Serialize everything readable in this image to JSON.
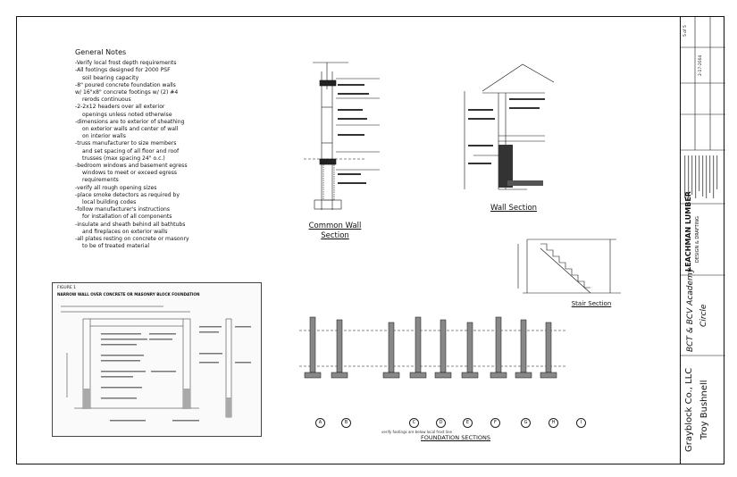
{
  "general_notes": {
    "title": "General Notes",
    "lines": [
      {
        "text": "-Verify local frost depth requirements",
        "indent": false
      },
      {
        "text": "-All footings designed for 2000 PSF",
        "indent": false
      },
      {
        "text": "soil bearing capacity",
        "indent": true
      },
      {
        "text": "-8\" poured concrete foundation walls",
        "indent": false
      },
      {
        "text": "w/ 16\"x8\" concrete footings w/ (2) #4",
        "indent": false
      },
      {
        "text": "rerods continuous",
        "indent": true
      },
      {
        "text": "-2-2x12 headers over all exterior",
        "indent": false
      },
      {
        "text": "openings unless noted otherwise",
        "indent": true
      },
      {
        "text": "-dimensions are to exterior of sheathing",
        "indent": false
      },
      {
        "text": "on exterior walls and center of wall",
        "indent": true
      },
      {
        "text": "on interior walls",
        "indent": true
      },
      {
        "text": "-truss manufacturer to size members",
        "indent": false
      },
      {
        "text": "and set spacing of all floor and roof",
        "indent": true
      },
      {
        "text": "trusses (max spacing 24\" o.c.)",
        "indent": true
      },
      {
        "text": "-bedroom windows and basement egress",
        "indent": false
      },
      {
        "text": "windows to meet or exceed egress",
        "indent": true
      },
      {
        "text": "requirements",
        "indent": true
      },
      {
        "text": "-verify all rough opening sizes",
        "indent": false
      },
      {
        "text": "-place smoke detectors as required by",
        "indent": false
      },
      {
        "text": "local building codes",
        "indent": true
      },
      {
        "text": "-follow manufacturer's instructions",
        "indent": false
      },
      {
        "text": "for installation of all components",
        "indent": true
      },
      {
        "text": "-insulate and sheath behind all bathtubs",
        "indent": false
      },
      {
        "text": "and fireplaces on exterior walls",
        "indent": true
      },
      {
        "text": "-all plates resting on concrete or masonry",
        "indent": false
      },
      {
        "text": "to be of treated material",
        "indent": true
      }
    ]
  },
  "labels": {
    "common_wall_1": "Common Wall",
    "common_wall_2": "Section",
    "wall_section": "Wall Section",
    "stair_section": "Stair Section",
    "foundation_sections": "FOUNDATION SECTIONS",
    "foundation_note": "verify footings are below local frost line"
  },
  "foundation_markers": [
    "A",
    "B",
    "C",
    "D",
    "E",
    "F",
    "G",
    "H",
    "I"
  ],
  "figure": {
    "caption": "FIGURE 1",
    "title": "NARROW WALL OVER CONCRETE OR MASONRY BLOCK FOUNDATION"
  },
  "title_block": {
    "company": "Grayblock Co., LLC",
    "designer": "Troy Bushnell",
    "project_1": "BCT & BCV Academy",
    "project_2": "Circle",
    "firm": "LEACHMAN LUMBER",
    "firm_sub": "DESIGN & DRAFTING",
    "sheet": "5 of 5",
    "date": "2-17-2004"
  }
}
